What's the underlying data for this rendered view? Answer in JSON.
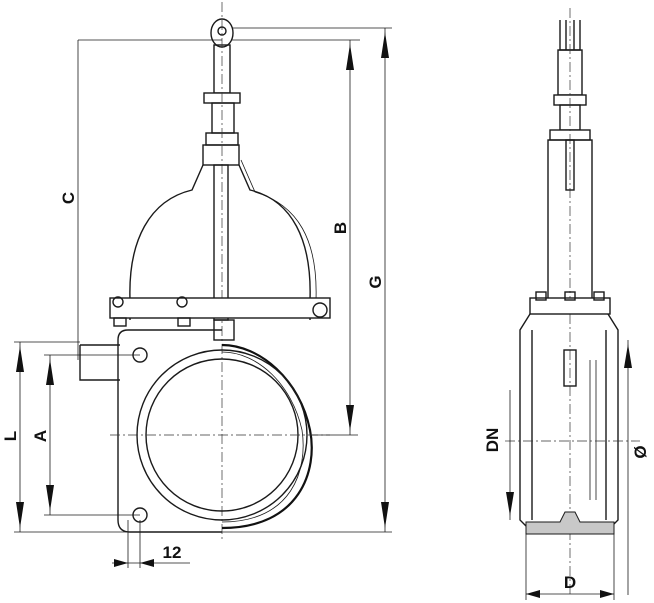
{
  "labels": {
    "C": "C",
    "B": "B",
    "G": "G",
    "L": "L",
    "A": "A",
    "twelve": "12",
    "DN": "DN",
    "diameter": "Ø",
    "D": "D"
  }
}
